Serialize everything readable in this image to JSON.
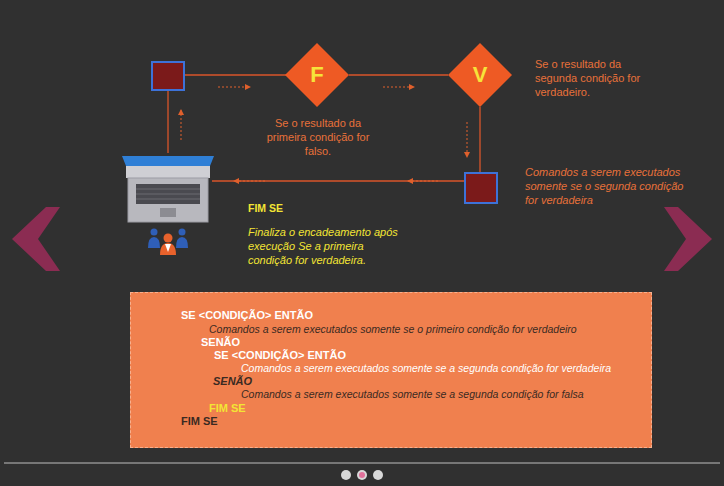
{
  "diagram": {
    "nodes": [
      {
        "text": [
          "F"
        ]
      },
      {
        "text": [
          "V"
        ]
      },
      {
        "text": [
          "SE <CONDIÇÃO> ENTÃO",
          "Comandos a serem executados somente se o primeiro condição for verdadeiro",
          "SENÃO",
          "SE <CONDIÇÃO> ENTÃO",
          "Comandos a serem executados somente se a segunda condição for verdadeira",
          "SENÃO",
          "Comandos a serem executados somente se a segunda condição for falsa",
          "FIM SE",
          "FIM SE"
        ]
      }
    ],
    "edges": [
      {
        "from": 0,
        "to": 1,
        "arrow": "none"
      }
    ],
    "labels": [
      "Se o resultado da primeira condição for falso.",
      "Se o resultado da segunda condição for verdadeiro.",
      "Comandos a serem executados somente se o segunda condição for verdadeira",
      "FIM SE",
      "Finaliza o encadeamento após execução Se a primeira condição for verdadeira."
    ]
  }
}
